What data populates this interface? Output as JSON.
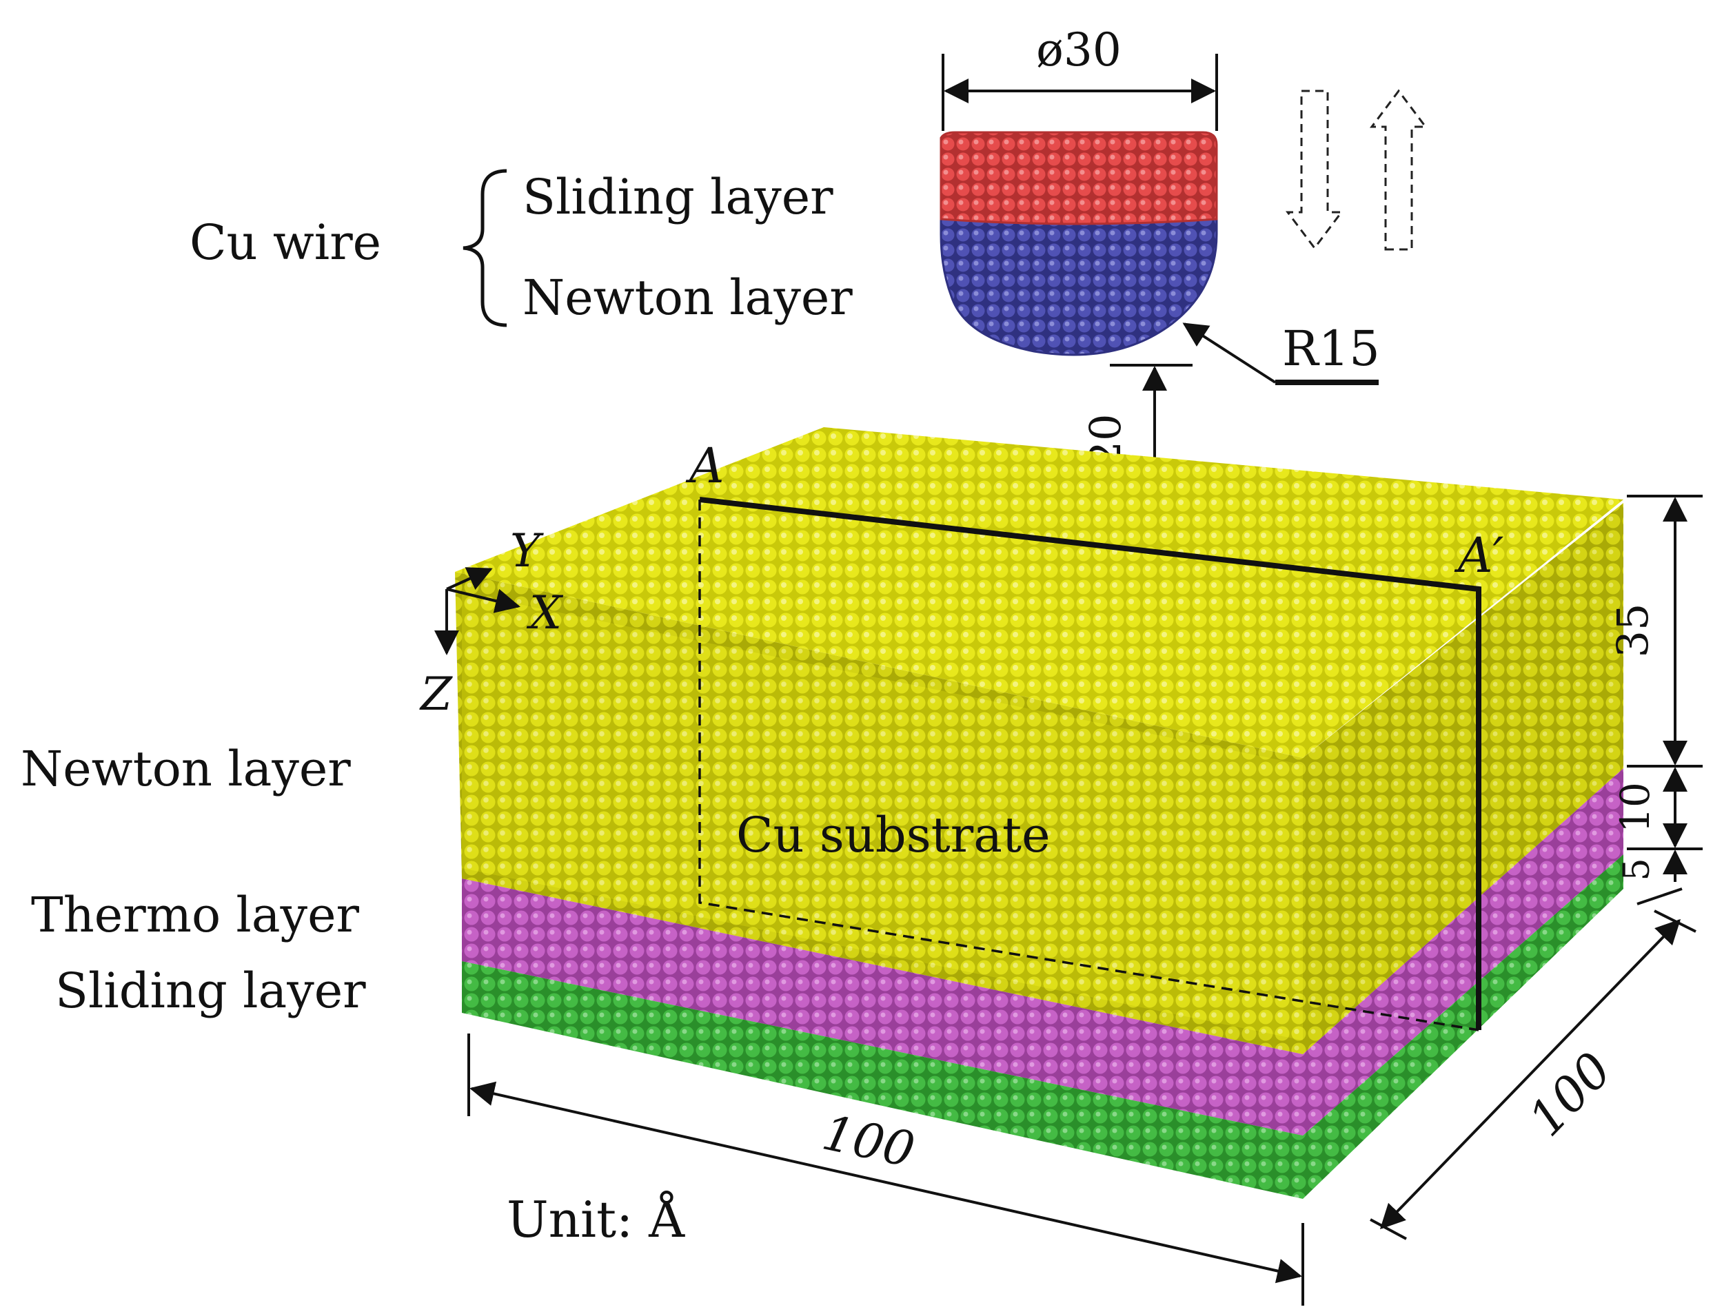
{
  "labels": {
    "diameter": "ø30",
    "wire_group": "Cu wire",
    "wire_sliding": "Sliding layer",
    "wire_newton": "Newton layer",
    "radius": "R15",
    "gap": "20",
    "point_a": "A",
    "point_a_prime": "A′",
    "axis_y": "Y",
    "axis_x": "X",
    "axis_z": "Z",
    "sub_newton": "Newton layer",
    "sub_thermo": "Thermo layer",
    "sub_sliding": "Sliding layer",
    "substrate": "Cu substrate",
    "height_newton": "35",
    "height_thermo": "10",
    "height_sliding": "5",
    "length_x": "100",
    "length_y": "100",
    "unit": "Unit: Å"
  },
  "colors": {
    "wire_sliding": "#e84a4a",
    "wire_newton": "#4a4cb0",
    "sub_newton": "#e6e61a",
    "sub_thermo": "#c25cc2",
    "sub_sliding": "#3eb83e"
  }
}
